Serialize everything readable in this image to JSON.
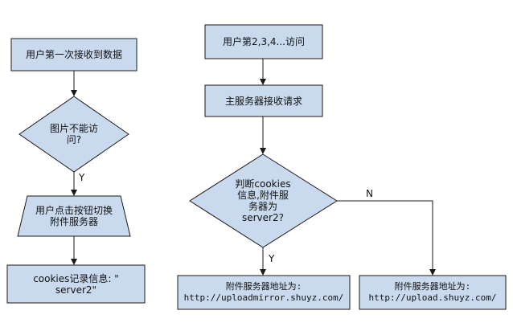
{
  "colors": {
    "fill": "#c9d9ee",
    "stroke": "#1a1a1a",
    "background": "#ffffff"
  },
  "nodes": {
    "first_receive": "用户第一次接收到数据",
    "cannot_access": "图片不能访\n问?",
    "click_switch": "用户点击按钮切换\n附件服务器",
    "cookies_record": "cookies记录信息: \"\nserver2\"",
    "user_visits": "用户第2,3,4...访问",
    "main_receive": "主服务器接收请求",
    "judge_cookies": "判断cookies\n信息,附件服\n务器为\nserver2?",
    "addr_mirror": "附件服务器地址为:\nhttp://uploadmirror.shuyz.com/",
    "addr_upload": "附件服务器地址为:\nhttp://upload.shuyz.com/"
  },
  "edge_labels": {
    "yes_left": "Y",
    "yes_right": "Y",
    "no_right": "N"
  }
}
